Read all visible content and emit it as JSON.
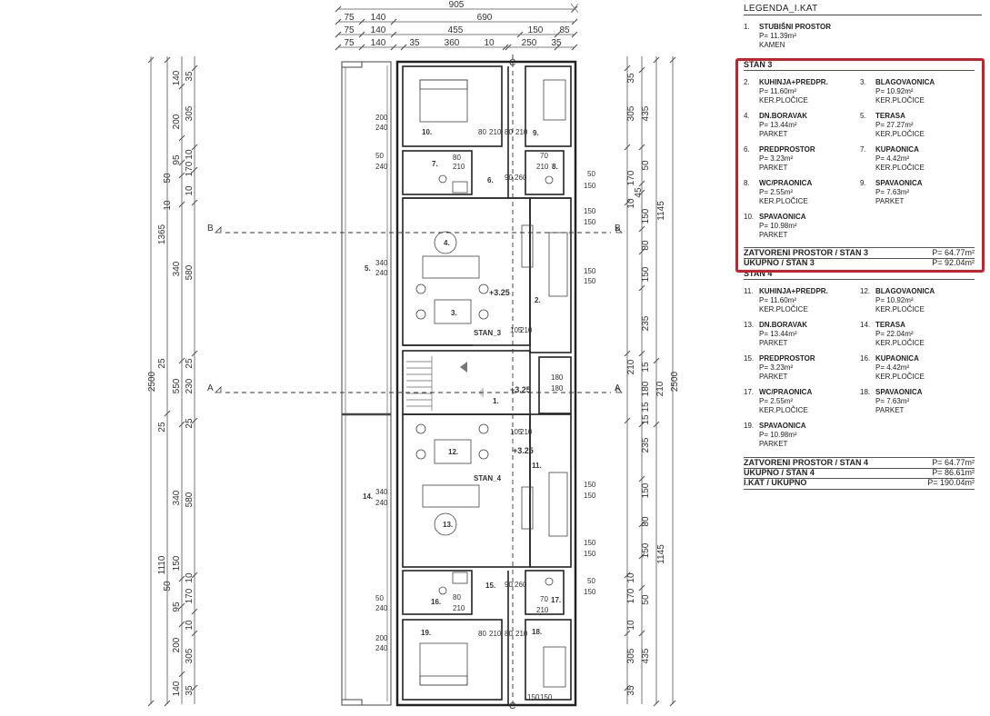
{
  "plan": {
    "top_dims": {
      "row1": [
        "905"
      ],
      "row2": [
        "75",
        "140",
        "690"
      ],
      "row3": [
        "75",
        "140",
        "455",
        "150",
        "85"
      ],
      "row4": [
        "75",
        "140",
        "35",
        "360",
        "10",
        "250",
        "35"
      ]
    },
    "left_dims": {
      "outer": [
        "2500"
      ],
      "mid": [
        "1365",
        "1110"
      ],
      "inner": [
        "140",
        "200",
        "95",
        "50",
        "10",
        "340",
        "25",
        "550",
        "25",
        "340",
        "50",
        "95",
        "200",
        "140",
        "10"
      ],
      "innermost": [
        "35",
        "305",
        "10",
        "170",
        "10",
        "580",
        "25",
        "230",
        "25",
        "580",
        "150",
        "10",
        "170",
        "10",
        "305",
        "35"
      ]
    },
    "right_dims": {
      "outer": [
        "2500"
      ],
      "mid": [
        "1145",
        "1145"
      ],
      "inner": [
        "35",
        "305",
        "170",
        "10",
        "150",
        "80",
        "150",
        "235",
        "210",
        "180",
        "15",
        "235",
        "150",
        "80",
        "150",
        "10",
        "170",
        "10",
        "305",
        "35"
      ],
      "innermost": [
        "435",
        "50",
        "45",
        "15",
        "210",
        "15",
        "50",
        "435"
      ]
    },
    "section_marks": {
      "a": "A",
      "b": "B",
      "c": "C"
    },
    "levels": [
      "+3.25",
      "+3.25",
      "+3.25"
    ],
    "apartments": [
      "STAN_3",
      "STAN_4"
    ],
    "rooms": [
      "1.",
      "2.",
      "3.",
      "4.",
      "5.",
      "6.",
      "7.",
      "8.",
      "9.",
      "10.",
      "11.",
      "12.",
      "13.",
      "14.",
      "15.",
      "16.",
      "17.",
      "18.",
      "19."
    ],
    "openings": [
      {
        "w": "200",
        "h": "240"
      },
      {
        "w": "80",
        "h": "210"
      },
      {
        "w": "80",
        "h": "210"
      },
      {
        "w": "50",
        "h": "240"
      },
      {
        "w": "80",
        "h": "210"
      },
      {
        "w": "70",
        "h": "210"
      },
      {
        "w": "90",
        "h": "260"
      },
      {
        "w": "50",
        "h": "150"
      },
      {
        "w": "150",
        "h": "150"
      },
      {
        "w": "340",
        "h": "240"
      },
      {
        "w": "150",
        "h": "150"
      },
      {
        "w": "105",
        "h": "210"
      },
      {
        "w": "180",
        "h": "180"
      },
      {
        "w": "105",
        "h": "210"
      },
      {
        "w": "340",
        "h": "240"
      },
      {
        "w": "150",
        "h": "150"
      },
      {
        "w": "150",
        "h": "150"
      },
      {
        "w": "90",
        "h": "260"
      },
      {
        "w": "50",
        "h": "240"
      },
      {
        "w": "80",
        "h": "210"
      },
      {
        "w": "70",
        "h": "210"
      },
      {
        "w": "50",
        "h": "150"
      },
      {
        "w": "200",
        "h": "240"
      },
      {
        "w": "80",
        "h": "210"
      },
      {
        "w": "80",
        "h": "210"
      },
      {
        "w": "150",
        "h": "150"
      }
    ]
  },
  "legend": {
    "title": "LEGENDA_I.KAT",
    "common": {
      "num": "1.",
      "name": "STUBIŠNI PROSTOR",
      "area": "P= 11.39m²",
      "finish": "KAMEN"
    },
    "stan3": {
      "heading": "STAN 3",
      "rooms": [
        {
          "num": "2.",
          "name": "KUHINJA+PREDPR.",
          "area": "P= 11.60m²",
          "finish": "KER.PLOČICE"
        },
        {
          "num": "3.",
          "name": "BLAGOVAONICA",
          "area": "P= 10.92m²",
          "finish": "KER.PLOČICE"
        },
        {
          "num": "4.",
          "name": "DN.BORAVAK",
          "area": "P= 13.44m²",
          "finish": "PARKET"
        },
        {
          "num": "5.",
          "name": "TERASA",
          "area": "P= 27.27m²",
          "finish": "KER.PLOČICE"
        },
        {
          "num": "6.",
          "name": "PREDPROSTOR",
          "area": "P= 3.23m²",
          "finish": "PARKET"
        },
        {
          "num": "7.",
          "name": "KUPAONICA",
          "area": "P= 4.42m²",
          "finish": "KER.PLOČICE"
        },
        {
          "num": "8.",
          "name": "WC/PRAONICA",
          "area": "P= 2.55m²",
          "finish": "KER.PLOČICE"
        },
        {
          "num": "9.",
          "name": "SPAVAONICA",
          "area": "P= 7.63m²",
          "finish": "PARKET"
        },
        {
          "num": "10.",
          "name": "SPAVAONICA",
          "area": "P= 10.98m²",
          "finish": "PARKET"
        }
      ],
      "closed_label": "ZATVORENI PROSTOR / STAN 3",
      "closed_value": "P= 64.77m²",
      "total_label": "UKUPNO / STAN 3",
      "total_value": "P= 92.04m²"
    },
    "stan4": {
      "heading": "STAN 4",
      "rooms": [
        {
          "num": "11.",
          "name": "KUHINJA+PREDPR.",
          "area": "P= 11.60m²",
          "finish": "KER.PLOČICE"
        },
        {
          "num": "12.",
          "name": "BLAGOVAONICA",
          "area": "P= 10.92m²",
          "finish": "KER.PLOČICE"
        },
        {
          "num": "13.",
          "name": "DN.BORAVAK",
          "area": "P= 13.44m²",
          "finish": "PARKET"
        },
        {
          "num": "14.",
          "name": "TERASA",
          "area": "P= 22.04m²",
          "finish": "KER.PLOČICE"
        },
        {
          "num": "15.",
          "name": "PREDPROSTOR",
          "area": "P= 3.23m²",
          "finish": "PARKET"
        },
        {
          "num": "16.",
          "name": "KUPAONICA",
          "area": "P= 4.42m²",
          "finish": "KER.PLOČICE"
        },
        {
          "num": "17.",
          "name": "WC/PRAONICA",
          "area": "P= 2.55m²",
          "finish": "KER.PLOČICE"
        },
        {
          "num": "18.",
          "name": "SPAVAONICA",
          "area": "P= 7.63m²",
          "finish": "PARKET"
        },
        {
          "num": "19.",
          "name": "SPAVAONICA",
          "area": "P= 10.98m²",
          "finish": "PARKET"
        }
      ],
      "closed_label": "ZATVORENI PROSTOR / STAN 4",
      "closed_value": "P= 64.77m²",
      "total_label": "UKUPNO / STAN 4",
      "total_value": "P= 86.61m²",
      "floor_label": "I.KAT / UKUPNO",
      "floor_value": "P= 190.04m²"
    }
  },
  "highlight_color": "#c9202a"
}
